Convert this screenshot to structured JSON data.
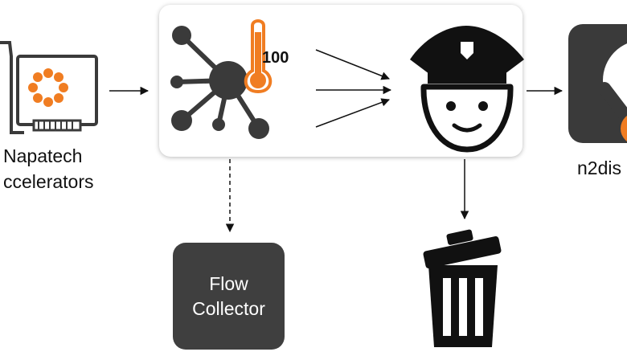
{
  "diagram": {
    "nodes": {
      "accelerators": {
        "label_line1": "Napatech",
        "label_line2": "ccelerators",
        "icon": "network-card-icon"
      },
      "probe": {
        "badge_text": "100",
        "icon": "network-thermometer-icon"
      },
      "policer": {
        "icon": "police-officer-icon"
      },
      "n2disk": {
        "label": "n2dis",
        "icon": "hard-disk-icon"
      },
      "flow_collector": {
        "label_line1": "Flow",
        "label_line2": "Collector"
      },
      "drop": {
        "icon": "trash-can-icon"
      }
    },
    "edges": [
      {
        "from": "accelerators",
        "to": "probe",
        "style": "solid"
      },
      {
        "from": "probe",
        "to": "policer",
        "style": "solid",
        "count": 3
      },
      {
        "from": "policer",
        "to": "n2disk",
        "style": "solid"
      },
      {
        "from": "probe",
        "to": "flow_collector",
        "style": "dashed"
      },
      {
        "from": "policer",
        "to": "drop",
        "style": "solid"
      }
    ],
    "colors": {
      "accent": "#f07d22",
      "dark": "#3a3a3a",
      "black": "#111111",
      "panel_shadow": "#bdbdbd"
    }
  }
}
